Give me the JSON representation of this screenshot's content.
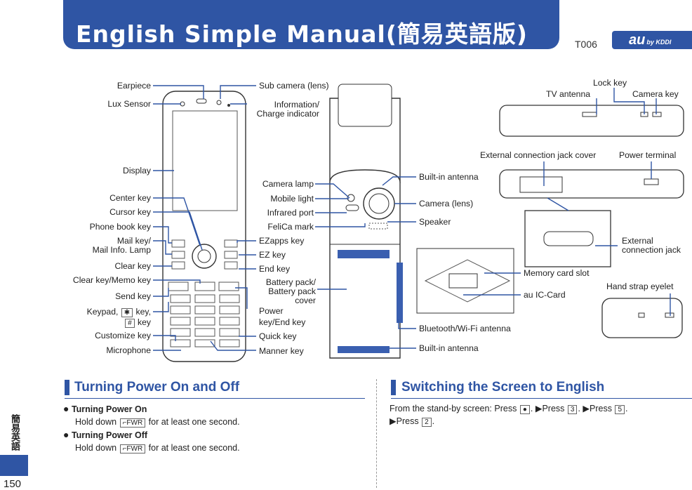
{
  "header": {
    "title": "English Simple Manual(簡易英語版)",
    "model": "T006",
    "brand": "au",
    "brand_sub": "by KDDI"
  },
  "phone_labels": {
    "earpiece": "Earpiece",
    "lux_sensor": "Lux Sensor",
    "display": "Display",
    "center_key": "Center key",
    "cursor_key": "Cursor key",
    "phone_book_key": "Phone book key",
    "mail_key_1": "Mail key/",
    "mail_key_2": "Mail Info. Lamp",
    "clear_key": "Clear key",
    "clear_memo_key": "Clear key/Memo key",
    "send_key": "Send key",
    "keypad_1": "Keypad,",
    "keypad_star": "✱",
    "keypad_key": "key,",
    "keypad_hash": "#",
    "keypad_key2": "key",
    "customize_key": "Customize key",
    "microphone": "Microphone",
    "sub_camera": "Sub camera (lens)",
    "info_indicator_1": "Information/",
    "info_indicator_2": "Charge indicator",
    "camera_lamp": "Camera lamp",
    "mobile_light": "Mobile light",
    "infrared_port": "Infrared port",
    "felica_mark": "FeliCa mark",
    "ezapps_key": "EZapps key",
    "ez_key": "EZ key",
    "end_key": "End key",
    "battery_pack_1": "Battery pack/",
    "battery_pack_2": "Battery pack",
    "battery_pack_3": "cover",
    "power_end_key_1": "Power",
    "power_end_key_2": "key/End key",
    "quick_key": "Quick key",
    "manner_key": "Manner key",
    "built_in_antenna_top": "Built-in antenna",
    "camera_lens": "Camera (lens)",
    "speaker": "Speaker",
    "memory_card_slot": "Memory card slot",
    "au_ic_card": "au IC-Card",
    "bluetooth_antenna": "Bluetooth/Wi-Fi antenna",
    "built_in_antenna_bottom": "Built-in antenna",
    "lock_key": "Lock key",
    "tv_antenna": "TV antenna",
    "camera_key": "Camera key",
    "ext_jack_cover": "External connection jack cover",
    "power_terminal": "Power terminal",
    "ext_jack_1": "External",
    "ext_jack_2": "connection jack",
    "hand_strap": "Hand strap eyelet"
  },
  "section_power": {
    "title": "Turning Power On and Off",
    "on_title": "Turning Power On",
    "on_text_a": "Hold down",
    "on_key": "⌐FWR",
    "on_text_b": "for at least one second.",
    "off_title": "Turning Power Off",
    "off_text_a": "Hold down",
    "off_key": "⌐FWR",
    "off_text_b": "for at least one second."
  },
  "section_english": {
    "title": "Switching the Screen to English",
    "line1_a": "From the stand-by screen: Press",
    "key_center": "●",
    "line1_b": ".",
    "press": "Press",
    "key_3": "3",
    "key_5": "5",
    "key_2": "2"
  },
  "side": {
    "vertical_label": "簡易英語",
    "page_number": "150"
  }
}
